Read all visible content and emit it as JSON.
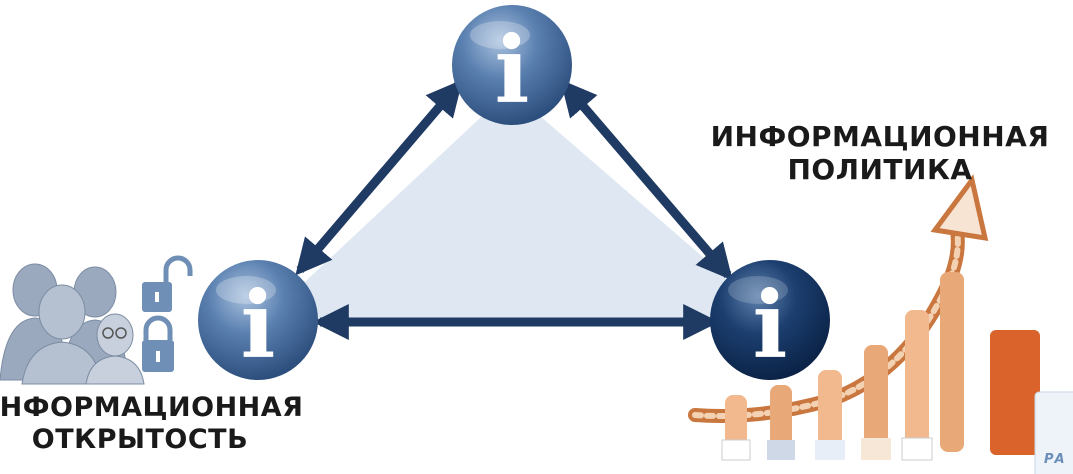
{
  "labels": {
    "right_line1": "ИНФОРМАЦИОННАЯ",
    "right_line2": "ПОЛИТИКА",
    "left_line1": "ИНФОРМАЦИОННАЯ",
    "left_line2": "ОТКРЫТОСТЬ"
  },
  "nodes": {
    "top_glyph": "i",
    "left_glyph": "i",
    "right_glyph": "i"
  },
  "watermark": "РА",
  "colors": {
    "triangle_fill": "#dce6f1",
    "arrow": "#1f3a63",
    "node_light": "#4f78a9",
    "node_dark": "#12325e",
    "rope": "#c9773f",
    "lock": "#6f8fb6",
    "people": "#9aa9bd"
  }
}
